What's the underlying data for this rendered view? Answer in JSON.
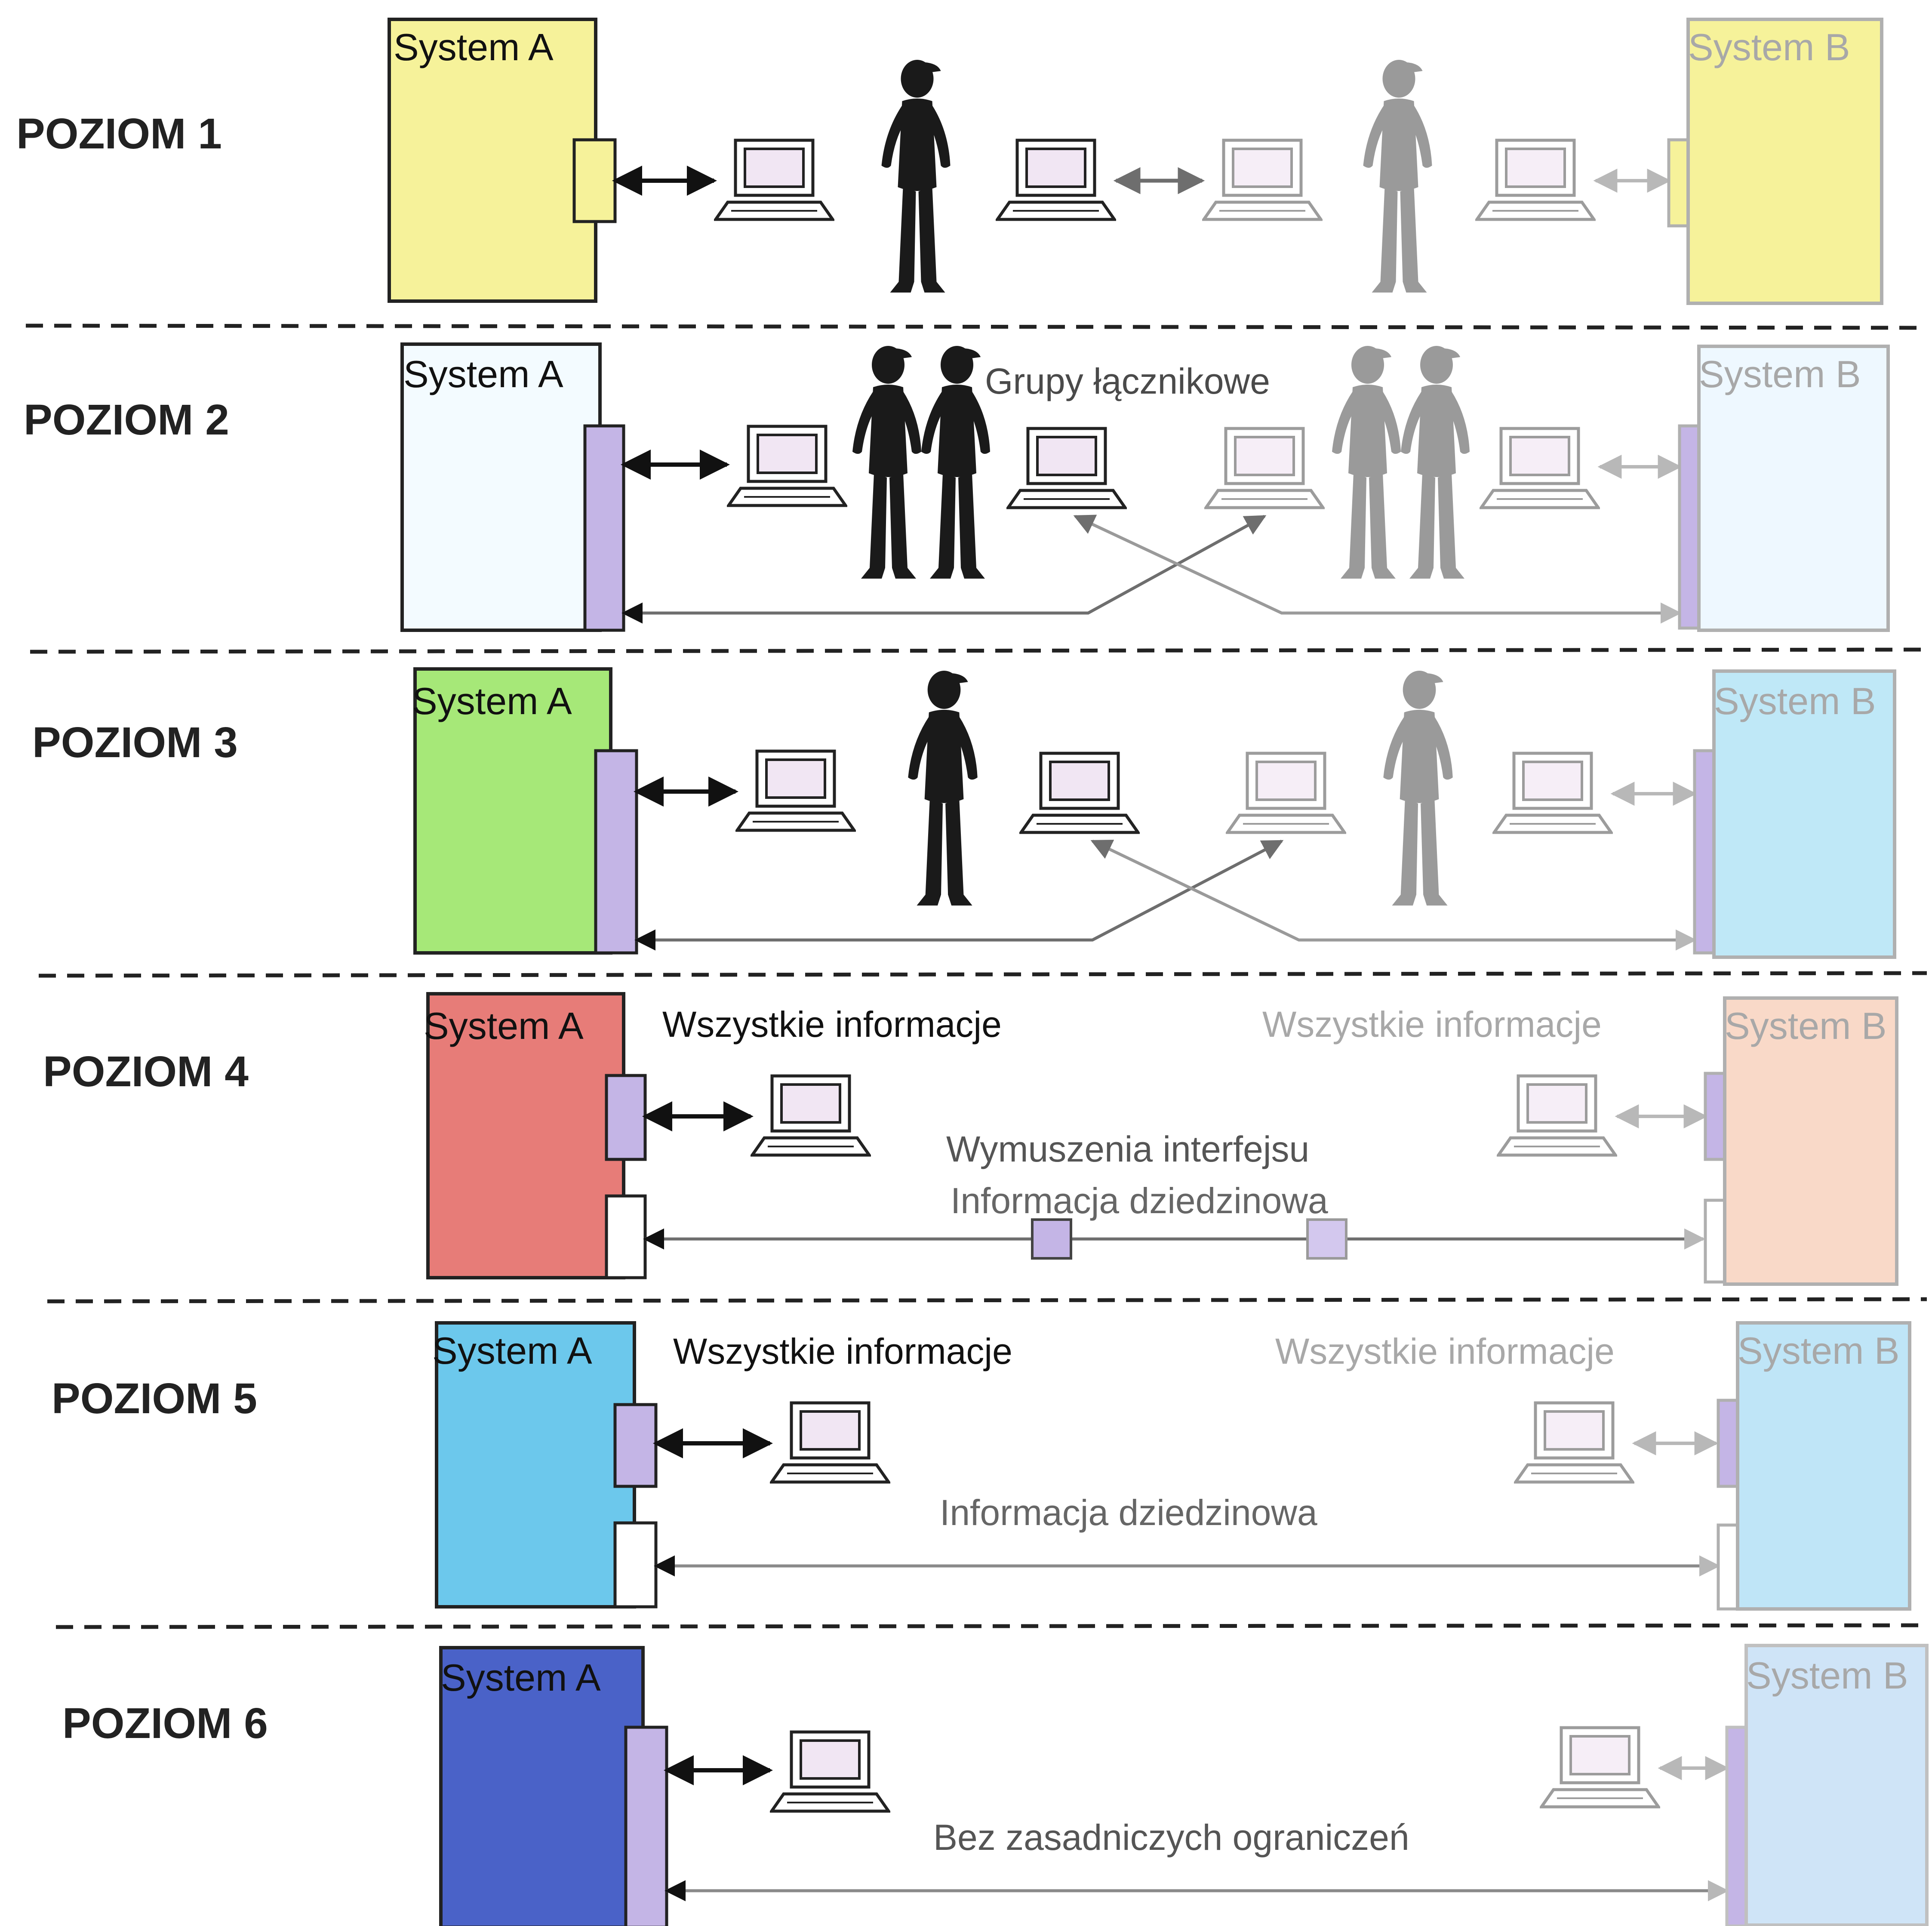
{
  "levels": [
    {
      "label": "POZIOM 1",
      "system_a": "System A",
      "system_b": "System B",
      "system_a_color": "#f6f29a",
      "system_b_color": "#f6f29a",
      "notes": {}
    },
    {
      "label": "POZIOM 2",
      "system_a": "System A",
      "system_b": "System B",
      "system_a_color": "#f3fbff",
      "system_b_color": "#eef8ff",
      "notes": {
        "liaison": "Grupy łącznikowe"
      }
    },
    {
      "label": "POZIOM 3",
      "system_a": "System A",
      "system_b": "System B",
      "system_a_color": "#a6e878",
      "system_b_color": "#bfe8f7",
      "notes": {}
    },
    {
      "label": "POZIOM 4",
      "system_a": "System A",
      "system_b": "System B",
      "system_a_color": "#e77c78",
      "system_b_color": "#f9d9c8",
      "notes": {
        "all_info_a": "Wszystkie informacje",
        "all_info_b": "Wszystkie informacje",
        "constraints": "Wymuszenia interfejsu",
        "domain": "Informacja dziedzinowa"
      }
    },
    {
      "label": "POZIOM 5",
      "system_a": "System A",
      "system_b": "System B",
      "system_a_color": "#6cc8ec",
      "system_b_color": "#bfe5f7",
      "notes": {
        "all_info_a": "Wszystkie informacje",
        "all_info_b": "Wszystkie informacje",
        "domain": "Informacja dziedzinowa"
      }
    },
    {
      "label": "POZIOM 6",
      "system_a": "System A",
      "system_b": "System B",
      "system_a_color": "#4a62c8",
      "system_b_color": "#cfe4f7",
      "notes": {
        "no_limits": "Bez zasadniczych ograniczeń"
      }
    }
  ],
  "colors": {
    "interface_port": "#c4b5e6",
    "line_dark": "#111111",
    "line_light": "#b8b8b8",
    "person_dark": "#1a1a1a",
    "person_light": "#9a9a9a",
    "screen": "#f1e6f3",
    "label_light": "#a8a8a8"
  }
}
